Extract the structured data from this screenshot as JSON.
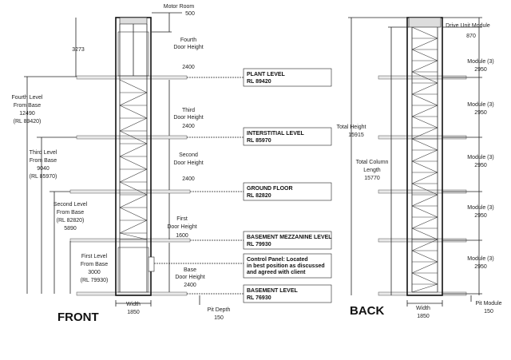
{
  "views": {
    "front": "FRONT",
    "back": "BACK"
  },
  "front": {
    "motor_room": [
      "Motor Room",
      "500"
    ],
    "dim_3273": "3273",
    "fourth_door": [
      "Fourth",
      "Door Height",
      "2400"
    ],
    "third_door": [
      "Third",
      "Door Height",
      "2400"
    ],
    "second_door": [
      "Second",
      "Door Height",
      "2400"
    ],
    "first_door": [
      "First",
      "Door Height",
      "1600"
    ],
    "base_door": [
      "Base",
      "Door Height",
      "2400"
    ],
    "fourth_level": [
      "Fourth Level",
      "From Base",
      "12490",
      "(RL 89420)"
    ],
    "third_level": [
      "Third Level",
      "From Base",
      "9040",
      "(RL 85970)"
    ],
    "second_level": [
      "Second Level",
      "From Base",
      "(RL 82820)",
      "5890"
    ],
    "first_level": [
      "First Level",
      "From Base",
      "3000",
      "(RL 79930)"
    ],
    "width": [
      "Width",
      "1850"
    ],
    "pit_depth": [
      "Pit Depth",
      "150"
    ]
  },
  "levels": [
    {
      "name": "PLANT LEVEL",
      "rl": "RL 89420"
    },
    {
      "name": "INTERSTITIAL LEVEL",
      "rl": "RL 85970"
    },
    {
      "name": "GROUND FLOOR",
      "rl": "RL 82820"
    },
    {
      "name": "BASEMENT MEZZANINE LEVEL",
      "rl": "RL 79930"
    },
    {
      "name": "BASEMENT LEVEL",
      "rl": "RL 76930"
    }
  ],
  "control_panel": [
    "Control Panel: Located",
    "in best position as discussed",
    "and agreed with client"
  ],
  "back": {
    "drive_unit": [
      "Drive Unit Module",
      "870"
    ],
    "modules": [
      [
        "Module (3)",
        "2950"
      ],
      [
        "Module (3)",
        "2950"
      ],
      [
        "Module (3)",
        "2950"
      ],
      [
        "Module (3)",
        "2950"
      ],
      [
        "Module (3)",
        "2950"
      ]
    ],
    "total_height": [
      "Total Height",
      "15915"
    ],
    "total_column": [
      "Total Column",
      "Length",
      "15770"
    ],
    "width": [
      "Width",
      "1850"
    ],
    "pit_module": [
      "Pit Module",
      "150"
    ]
  }
}
